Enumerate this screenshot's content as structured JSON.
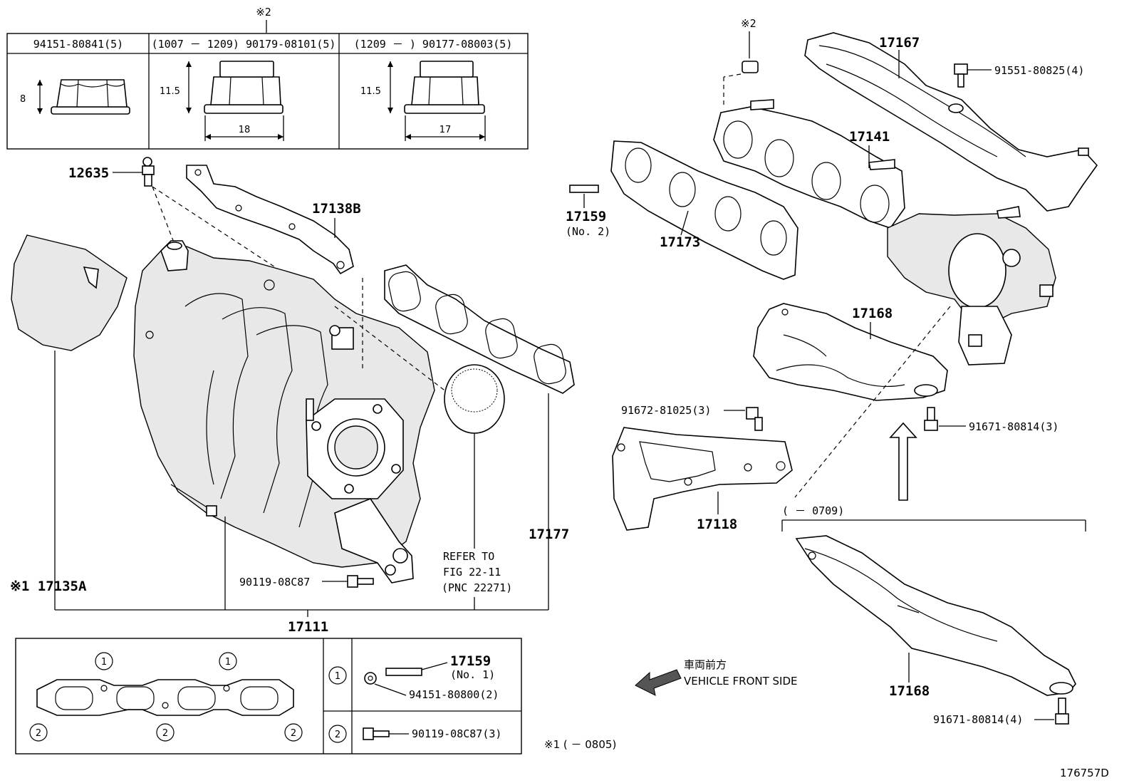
{
  "nut_table": {
    "headers": [
      "94151-80841(5)",
      "(1007 － 1209) 90179-08101(5)",
      "(1209 －          ) 90177-08003(5)"
    ],
    "dims": {
      "h1": "8",
      "h2": "11.5",
      "w2": "18",
      "h3": "11.5",
      "w3": "17"
    },
    "mark_note": "※2"
  },
  "callouts": {
    "p12635": "12635",
    "p17138b": "17138B",
    "p17135a": "※1 17135A",
    "p17177": "17177",
    "p17111": "17111",
    "p90119_a": "90119-08C87",
    "refer1": "REFER TO",
    "refer2": "FIG 22-11",
    "refer3": "(PNC 22271)",
    "p17167": "17167",
    "p91551": "91551-80825(4)",
    "p17141": "17141",
    "p17159": "17159",
    "p17159_sub": "(No. 2)",
    "p17173": "17173",
    "p17168_top": "17168",
    "p91672": "91672-81025(3)",
    "p91671_a": "91671-80814(3)",
    "p17118": "17118",
    "range_0709": "(          － 0709)",
    "p17168_bot": "17168",
    "p91671_b": "91671-80814(4)",
    "mark2_top": "※2",
    "front_jp": "車両前方",
    "front_en": "VEHICLE FRONT SIDE",
    "note1": "※1 (          － 0805)",
    "fig_id": "176757D"
  },
  "gasket_box": {
    "c1": "1",
    "c2": "2",
    "row1_part": "17159",
    "row1_sub": "(No. 1)",
    "row1_nut": "94151-80800(2)",
    "row2_bolt": "90119-08C87(3)"
  }
}
